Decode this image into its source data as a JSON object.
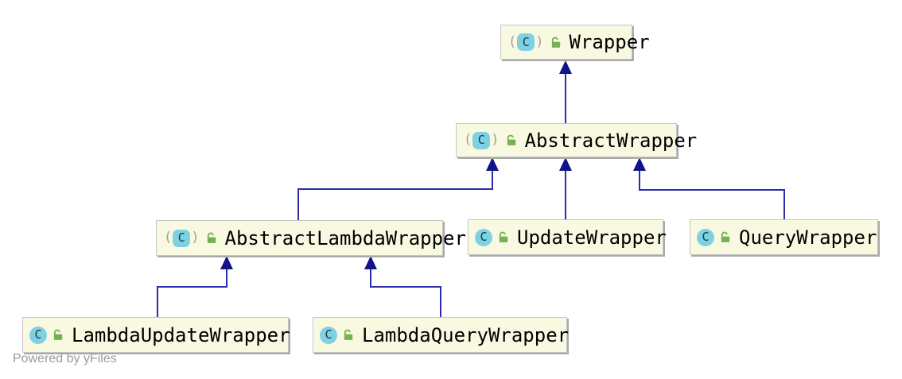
{
  "diagram": {
    "type": "uml-class-inheritance",
    "nodes": [
      {
        "id": "wrapper",
        "label": "Wrapper",
        "abstract": true,
        "icons": [
          "abstract-class-icon",
          "unlocked-icon"
        ]
      },
      {
        "id": "abstract-wrapper",
        "label": "AbstractWrapper",
        "abstract": true,
        "icons": [
          "abstract-class-icon",
          "unlocked-icon"
        ]
      },
      {
        "id": "abstract-lambda-wrapper",
        "label": "AbstractLambdaWrapper",
        "abstract": true,
        "icons": [
          "abstract-class-icon",
          "unlocked-icon"
        ]
      },
      {
        "id": "update-wrapper",
        "label": "UpdateWrapper",
        "abstract": false,
        "icons": [
          "class-icon",
          "unlocked-icon"
        ]
      },
      {
        "id": "query-wrapper",
        "label": "QueryWrapper",
        "abstract": false,
        "icons": [
          "class-icon",
          "unlocked-icon"
        ]
      },
      {
        "id": "lambda-update-wrapper",
        "label": "LambdaUpdateWrapper",
        "abstract": false,
        "icons": [
          "class-icon",
          "unlocked-icon"
        ]
      },
      {
        "id": "lambda-query-wrapper",
        "label": "LambdaQueryWrapper",
        "abstract": false,
        "icons": [
          "class-icon",
          "unlocked-icon"
        ]
      }
    ],
    "edges": [
      {
        "from": "AbstractWrapper",
        "to": "Wrapper",
        "type": "inheritance"
      },
      {
        "from": "AbstractLambdaWrapper",
        "to": "AbstractWrapper",
        "type": "inheritance"
      },
      {
        "from": "UpdateWrapper",
        "to": "AbstractWrapper",
        "type": "inheritance"
      },
      {
        "from": "QueryWrapper",
        "to": "AbstractWrapper",
        "type": "inheritance"
      },
      {
        "from": "LambdaUpdateWrapper",
        "to": "AbstractLambdaWrapper",
        "type": "inheritance"
      },
      {
        "from": "LambdaQueryWrapper",
        "to": "AbstractLambdaWrapper",
        "type": "inheritance"
      }
    ]
  },
  "icons": {
    "class_letter": "C",
    "paren_open": "(",
    "paren_close": ")"
  },
  "footer": {
    "watermark": "Powered by yFiles"
  },
  "colors": {
    "node_fill": "#f9f9e1",
    "node_border": "#c6c6c6",
    "node_shadow": "#a9a9a9",
    "edge_line": "#2d2dab",
    "edge_arrow": "#12128c",
    "class_icon_cyan": "#7cd2e3",
    "lock_green": "#74b152",
    "label_text": "#000000",
    "paren_gray": "#9e9e9e",
    "watermark_gray": "#9b9b9b",
    "canvas_bg": "#ffffff"
  }
}
